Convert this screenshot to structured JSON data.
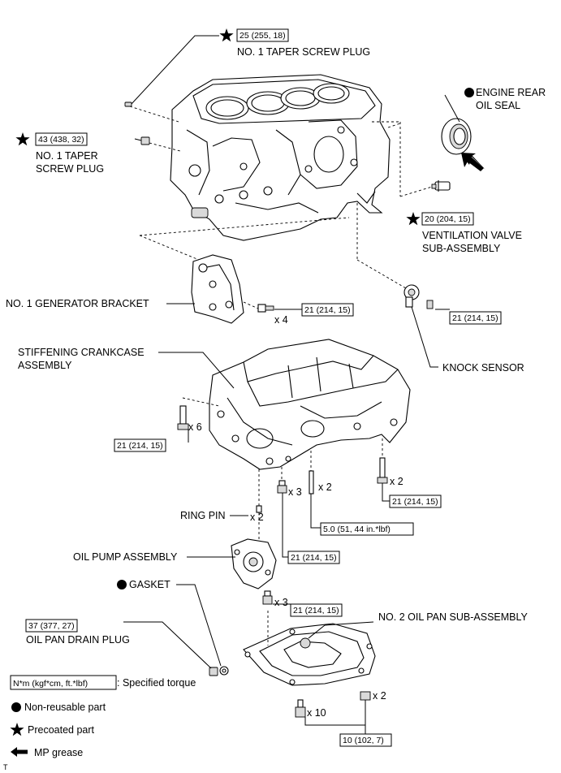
{
  "labels": {
    "taper_plug_top": "NO. 1 TAPER SCREW PLUG",
    "taper_plug_left_1": "NO. 1 TAPER",
    "taper_plug_left_2": "SCREW PLUG",
    "rear_oil_seal_1": "ENGINE REAR",
    "rear_oil_seal_2": "OIL SEAL",
    "ventilation_valve_1": "VENTILATION VALVE",
    "ventilation_valve_2": "SUB-ASSEMBLY",
    "generator_bracket": "NO. 1 GENERATOR BRACKET",
    "knock_sensor": "KNOCK SENSOR",
    "stiffening_1": "STIFFENING CRANKCASE",
    "stiffening_2": "ASSEMBLY",
    "ring_pin": "RING PIN",
    "oil_pump": "OIL PUMP ASSEMBLY",
    "gasket": "GASKET",
    "oil_pan": "NO. 2 OIL PAN SUB-ASSEMBLY",
    "drain_plug": "OIL PAN DRAIN PLUG"
  },
  "torques": {
    "taper_plug_top": "25 (255, 18)",
    "taper_plug_left": "43 (438, 32)",
    "ventilation_valve": "20 (204, 15)",
    "generator_bracket_bolt": "21 (214, 15)",
    "knock_sensor_bolt": "21 (214, 15)",
    "crankcase_left_bolt": "21 (214, 15)",
    "crankcase_right_bolt": "21 (214, 15)",
    "stud_bolt": "5.0 (51, 44 in.*lbf)",
    "oil_pump_bolt": "21 (214, 15)",
    "oil_pan_top_bolt": "21 (214, 15)",
    "drain_plug": "37 (377, 27)",
    "oil_pan_bottom_bolt": "10 (102, 7)"
  },
  "quantities": {
    "generator_bracket_bolt": "x 4",
    "crankcase_left_bolt": "x 6",
    "crankcase_mid_bolt": "x 3",
    "stud_bolt": "x 2",
    "crankcase_right_bolt": "x 2",
    "ring_pin": "x 2",
    "oil_pan_top_bolt": "x 3",
    "oil_pan_bolt_left": "x 10",
    "oil_pan_bolt_right": "x 2"
  },
  "legend": {
    "torque_box": "N*m (kgf*cm, ft.*lbf)",
    "torque_text": ": Specified torque",
    "non_reusable": "Non-reusable part",
    "precoated": "Precoated part",
    "mp_grease": "MP grease"
  },
  "corner_mark": "T"
}
